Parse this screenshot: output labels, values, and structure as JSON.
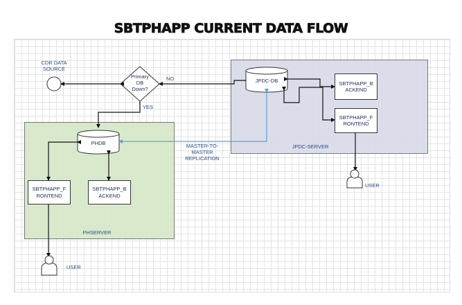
{
  "title": "SBTPHAPP CURRENT DATA FLOW",
  "nodes": {
    "cdr_source": "CDR DATA\nSOURCE",
    "decision": "Primary\nDB\nDown?",
    "jpdc_db": "JPDC-DB",
    "jpdc_backend": "SBTPHAPP_B\nACKEND",
    "jpdc_frontend": "SBTPHAPP_F\nRONTEND",
    "phdb": "PHDB",
    "ph_frontend": "SBTPHAPP_F\nRONTEND",
    "ph_backend": "SBTPHAPP_B\nACKEND"
  },
  "containers": {
    "jpdc_server": "JPDC-SERVER",
    "phserver": "PHSERVER"
  },
  "edge_labels": {
    "no": "NO",
    "yes": "YES",
    "replication": "MASTER-TO-\nMASTER\nREPLICATION"
  },
  "actors": {
    "right_user": "USER",
    "left_user": "USER"
  },
  "colors": {
    "ph_panel": "#d6e8c8",
    "jpdc_panel": "#d8dbe8",
    "replication_line": "#5ba3c9"
  }
}
